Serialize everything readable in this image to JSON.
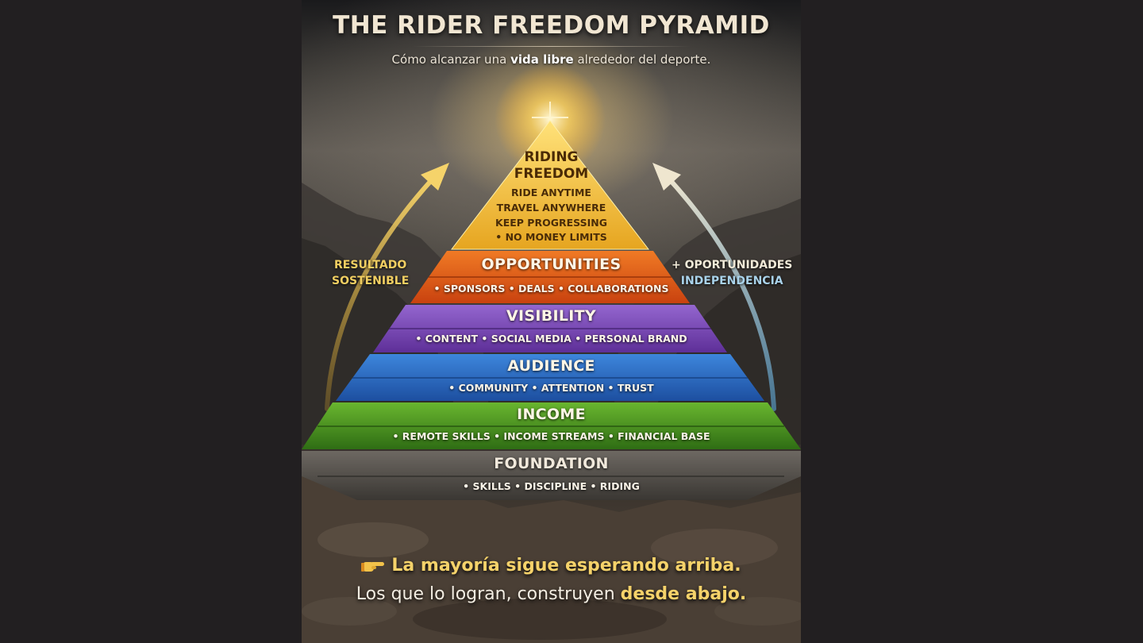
{
  "title": "THE RIDER FREEDOM PYRAMID",
  "subtitle": {
    "before": "Cómo alcanzar una",
    "emphasis": "vida libre",
    "after": "alrededor del deporte."
  },
  "left_arrow_label": {
    "line1": "RESULTADO",
    "line2": "SOSTENIBLE"
  },
  "right_arrow_label": {
    "line1": "+ OPORTUNIDADES",
    "line2": "INDEPENDENCIA"
  },
  "apex": {
    "title_line1": "RIDING",
    "title_line2": "FREEDOM",
    "lines": [
      "RIDE ANYTIME",
      "TRAVEL ANYWHERE",
      "KEEP PROGRESSING",
      "• NO MONEY LIMITS"
    ]
  },
  "tiers": [
    {
      "title": "OPPORTUNITIES",
      "items": "• SPONSORS • DEALS • COLLABORATIONS",
      "color": "#e8661c"
    },
    {
      "title": "VISIBILITY",
      "items": "• CONTENT • SOCIAL MEDIA • PERSONAL BRAND",
      "color": "#7b4bb8"
    },
    {
      "title": "AUDIENCE",
      "items": "• COMMUNITY • ATTENTION • TRUST",
      "color": "#2a6fc9"
    },
    {
      "title": "INCOME",
      "items": "• REMOTE SKILLS • INCOME STREAMS • FINANCIAL BASE",
      "color": "#4f9a22"
    },
    {
      "title": "FOUNDATION",
      "items": "• SKILLS • DISCIPLINE • RIDING",
      "color": "#5a5650"
    }
  ],
  "bottom": {
    "line1": "La mayoría sigue esperando arriba.",
    "line2_before": "Los que lo logran, construyen",
    "line2_emphasis": "desde abajo.",
    "icon": "pointing-hand-icon"
  }
}
